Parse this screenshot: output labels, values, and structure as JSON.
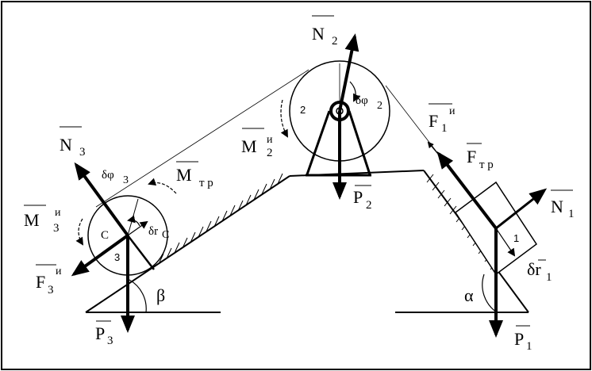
{
  "forces": {
    "N2": {
      "base": "N",
      "sub": "2",
      "sup": ""
    },
    "N3": {
      "base": "N",
      "sub": "3",
      "sup": ""
    },
    "N1": {
      "base": "N",
      "sub": "1",
      "sup": ""
    },
    "F1i": {
      "base": "F",
      "sub": "1",
      "sup": "и"
    },
    "Ftr1": {
      "base": "F",
      "sub": "т р",
      "sup": ""
    },
    "F3i": {
      "base": "F",
      "sub": "3",
      "sup": "и"
    },
    "P1": {
      "base": "P",
      "sub": "1",
      "sup": ""
    },
    "P2": {
      "base": "P",
      "sub": "2",
      "sup": ""
    },
    "P3": {
      "base": "P",
      "sub": "3",
      "sup": ""
    }
  },
  "moments": {
    "M2i": {
      "base": "M",
      "sub": "2",
      "sup": "и"
    },
    "M3i": {
      "base": "M",
      "sub": "3",
      "sup": "и"
    },
    "Mtr": {
      "base": "M",
      "sub": "т р",
      "sup": ""
    }
  },
  "displacements": {
    "dphi2": {
      "base": "δφ",
      "sub": "2"
    },
    "dphi3": {
      "base": "δφ",
      "sub": "3"
    },
    "dr1": {
      "base": "δr",
      "sub": "1"
    },
    "drC": {
      "base": "δr",
      "sub": "C"
    }
  },
  "angles": {
    "alpha": "α",
    "beta": "β"
  },
  "bodies": {
    "body1": "1",
    "body2": "2",
    "body3": "3",
    "center": "C"
  }
}
